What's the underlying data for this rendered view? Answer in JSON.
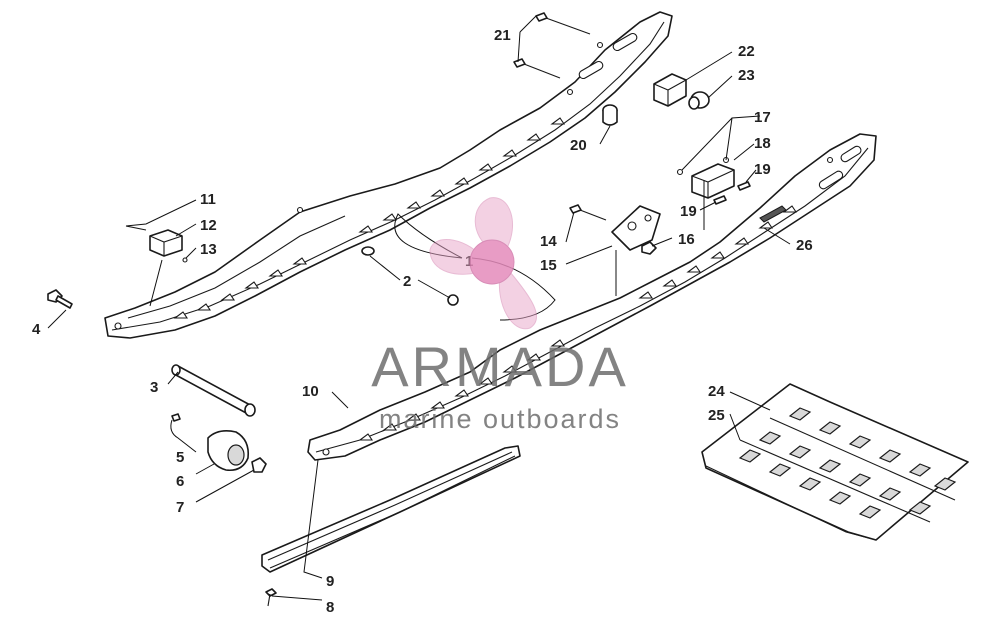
{
  "watermark": {
    "brand": "ARMADA",
    "tagline": "marine outboards",
    "accent_color": "#e8a6c8",
    "text_color": "#6e6e6e"
  },
  "callouts": {
    "c1": "1",
    "c2": "2",
    "c3": "3",
    "c4": "4",
    "c5": "5",
    "c6": "6",
    "c7": "7",
    "c8": "8",
    "c9": "9",
    "c10": "10",
    "c11": "11",
    "c12": "12",
    "c13": "13",
    "c14": "14",
    "c15": "15",
    "c16": "16",
    "c17": "17",
    "c18": "18",
    "c19a": "19",
    "c19b": "19",
    "c20": "20",
    "c21": "21",
    "c22": "22",
    "c23": "23",
    "c24": "24",
    "c25": "25",
    "c26": "26"
  }
}
